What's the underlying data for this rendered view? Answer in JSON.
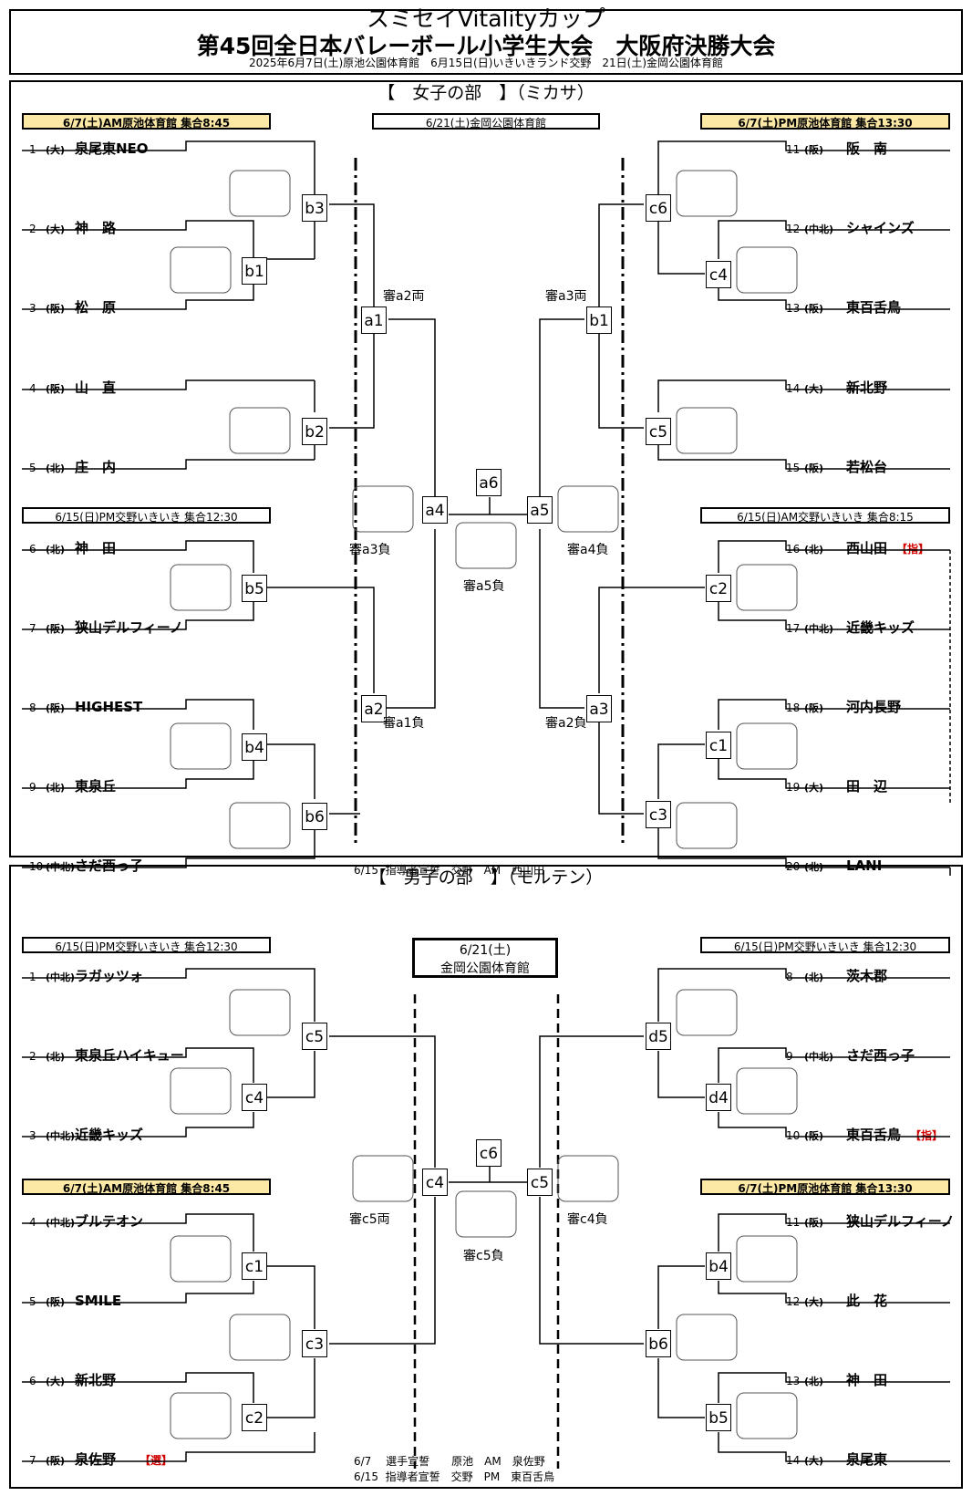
{
  "header": {
    "line1": "スミセイVitalityカップ",
    "line2": "第45回全日本バレーボール小学生大会　大阪府決勝大会",
    "line3": "2025年6月7日(土)原池公園体育館　6月15日(日)いきいきランド交野　21日(土)金岡公園体育館"
  },
  "girls": {
    "heading": "【　女子の部　】（ミカサ）",
    "venue_tl": "6/7(土)AM原池体育館 集合8:45",
    "venue_center": "6/21(土)金岡公園体育館",
    "venue_tr": "6/7(土)PM原池体育館 集合13:30",
    "venue_ml": "6/15(日)PM交野いきいき 集合12:30",
    "venue_mr": "6/15(日)AM交野いきいき 集合8:15",
    "teams_left": [
      {
        "no": "1",
        "region": "(大)",
        "name": "泉尾東NEO"
      },
      {
        "no": "2",
        "region": "(大)",
        "name": "神　路"
      },
      {
        "no": "3",
        "region": "(阪)",
        "name": "松　原"
      },
      {
        "no": "4",
        "region": "(阪)",
        "name": "山　直"
      },
      {
        "no": "5",
        "region": "(北)",
        "name": "庄　内"
      },
      {
        "no": "6",
        "region": "(北)",
        "name": "神　田"
      },
      {
        "no": "7",
        "region": "(阪)",
        "name": "狭山デルフィーノ"
      },
      {
        "no": "8",
        "region": "(阪)",
        "name": "HIGHEST"
      },
      {
        "no": "9",
        "region": "(北)",
        "name": "東泉丘"
      },
      {
        "no": "10",
        "region": "(中北)",
        "name": "さだ西っ子"
      }
    ],
    "teams_right": [
      {
        "no": "11",
        "region": "(阪)",
        "name": "阪　南"
      },
      {
        "no": "12",
        "region": "(中北)",
        "name": "シャインズ"
      },
      {
        "no": "13",
        "region": "(阪)",
        "name": "東百舌鳥"
      },
      {
        "no": "14",
        "region": "(大)",
        "name": "新北野"
      },
      {
        "no": "15",
        "region": "(阪)",
        "name": "若松台"
      },
      {
        "no": "16",
        "region": "(北)",
        "name": "西山田",
        "badge": "【指】"
      },
      {
        "no": "17",
        "region": "(中北)",
        "name": "近畿キッズ"
      },
      {
        "no": "18",
        "region": "(阪)",
        "name": "河内長野"
      },
      {
        "no": "19",
        "region": "(大)",
        "name": "田　辺"
      },
      {
        "no": "20",
        "region": "(北)",
        "name": "LANI"
      }
    ],
    "matches": {
      "b3": "b3",
      "b1": "b1",
      "b2": "b2",
      "b5": "b5",
      "b4": "b4",
      "b6": "b6",
      "a1": "a1",
      "a2": "a2",
      "a4": "a4",
      "a6": "a6",
      "a5": "a5",
      "a3": "a3",
      "rb1": "b1",
      "c6": "c6",
      "c4": "c4",
      "c5": "c5",
      "c2": "c2",
      "c1": "c1",
      "c3": "c3"
    },
    "refs": {
      "a1": "審a2両",
      "b1": "審a3両",
      "a4": "審a3負",
      "a6": "審a5負",
      "a5": "審a4負",
      "a2": "審a1負",
      "a3": "審a2負"
    },
    "footer": "6/15  指導者宣誓　交野　AM　西山田"
  },
  "boys": {
    "heading": "【　男子の部　】（モルテン）",
    "venue_tl": "6/15(日)PM交野いきいき 集合12:30",
    "venue_center_date": "6/21(土)",
    "venue_center_place": "金岡公園体育館",
    "venue_tr": "6/15(日)PM交野いきいき 集合12:30",
    "venue_ml": "6/7(土)AM原池体育館 集合8:45",
    "venue_mr": "6/7(土)PM原池体育館 集合13:30",
    "teams_left": [
      {
        "no": "1",
        "region": "(中北)",
        "name": "ラガッツォ"
      },
      {
        "no": "2",
        "region": "(北)",
        "name": "東泉丘ハイキュー"
      },
      {
        "no": "3",
        "region": "(中北)",
        "name": "近畿キッズ"
      },
      {
        "no": "4",
        "region": "(中北)",
        "name": "ブルテオン"
      },
      {
        "no": "5",
        "region": "(阪)",
        "name": "SMILE"
      },
      {
        "no": "6",
        "region": "(大)",
        "name": "新北野"
      },
      {
        "no": "7",
        "region": "(阪)",
        "name": "泉佐野",
        "badge": "【選】"
      }
    ],
    "teams_right": [
      {
        "no": "8",
        "region": "(北)",
        "name": "茨木郡"
      },
      {
        "no": "9",
        "region": "(中北)",
        "name": "さだ西っ子"
      },
      {
        "no": "10",
        "region": "(阪)",
        "name": "東百舌鳥",
        "badge": "【指】"
      },
      {
        "no": "11",
        "region": "(阪)",
        "name": "狭山デルフィーノ"
      },
      {
        "no": "12",
        "region": "(大)",
        "name": "此　花"
      },
      {
        "no": "13",
        "region": "(北)",
        "name": "神　田"
      },
      {
        "no": "14",
        "region": "(大)",
        "name": "泉尾東"
      }
    ],
    "matches": {
      "c5l": "c5",
      "c4l": "c4",
      "c1": "c1",
      "c3": "c3",
      "c2": "c2",
      "c4m": "c4",
      "c6": "c6",
      "c5m": "c5",
      "d5": "d5",
      "d4": "d4",
      "b4": "b4",
      "b6": "b6",
      "b5": "b5"
    },
    "refs": {
      "c4m": "審c5両",
      "c6": "審c5負",
      "c5m": "審c4負"
    },
    "footer1": "6/7　 選手宣誓　　原池　AM　泉佐野",
    "footer2": "6/15  指導者宣誓　交野　PM　東百舌鳥"
  }
}
